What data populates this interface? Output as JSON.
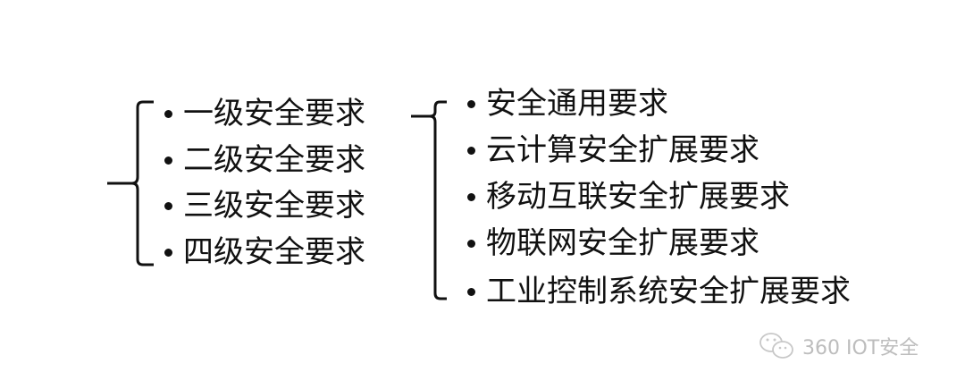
{
  "levels": [
    "一级安全要求",
    "二级安全要求",
    "三级安全要求",
    "四级安全要求"
  ],
  "requirements": [
    "安全通用要求",
    "云计算安全扩展要求",
    "移动互联安全扩展要求",
    "物联网安全扩展要求",
    "工业控制系统安全扩展要求"
  ],
  "watermark": {
    "icon": "wechat-icon",
    "text": "360 IOT安全"
  }
}
